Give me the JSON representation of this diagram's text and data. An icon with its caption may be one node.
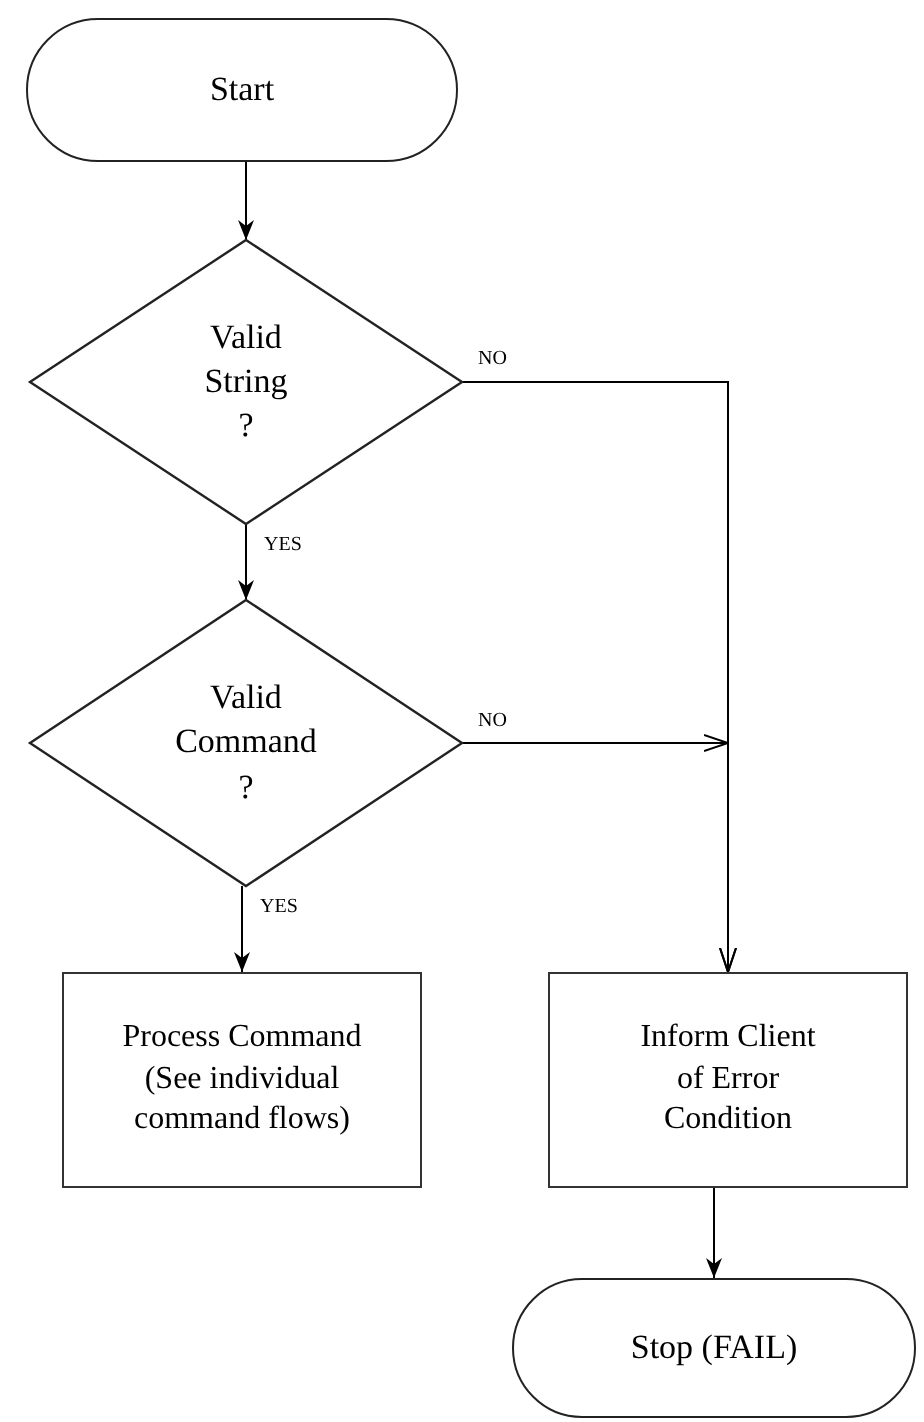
{
  "diagram": {
    "nodes": [
      {
        "text": [
          "Start"
        ]
      },
      {
        "text": [
          "Valid String ?"
        ]
      },
      {
        "text": [
          "Valid Command ?"
        ]
      },
      {
        "text": [
          "Process Command (See individual command flows)"
        ]
      },
      {
        "text": [
          "Inform Client of Error Condition"
        ]
      },
      {
        "text": [
          "Stop (FAIL)"
        ]
      }
    ],
    "edges": [
      {
        "from": 0,
        "to": 1,
        "arrow": "to"
      },
      {
        "from": 1,
        "to": 2,
        "arrow": "to",
        "label": "YES"
      },
      {
        "from": 1,
        "to": 4,
        "arrow": "to",
        "label": "NO"
      },
      {
        "from": 2,
        "to": 4,
        "arrow": "to",
        "label": "NO"
      },
      {
        "from": 2,
        "to": 3,
        "arrow": "to",
        "label": "YES"
      },
      {
        "from": 4,
        "to": 5,
        "arrow": "to"
      }
    ]
  }
}
